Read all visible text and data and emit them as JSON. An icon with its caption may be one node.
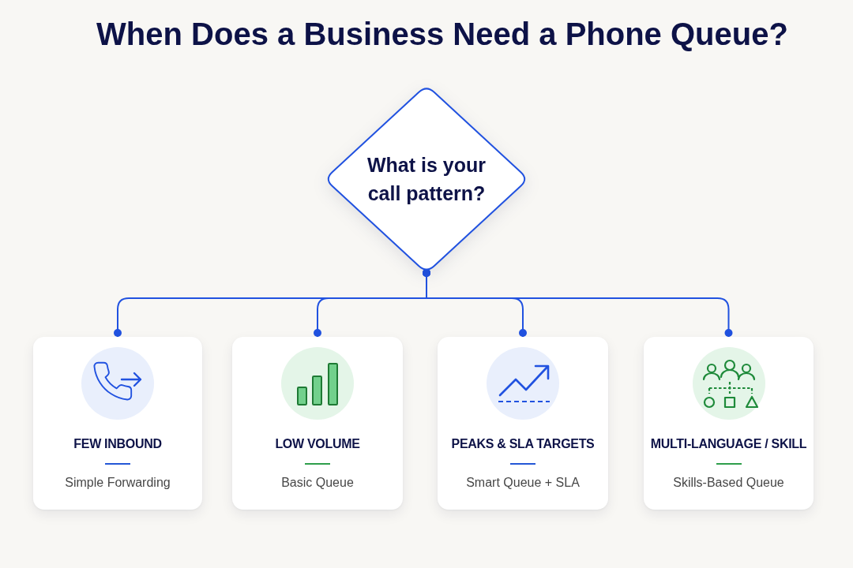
{
  "diagram": {
    "title": "When Does a Business Need a Phone Queue?",
    "nodes": [
      {
        "text": [
          "What is your call pattern?"
        ]
      },
      {
        "text": [
          "FEW INBOUND",
          "Simple Forwarding"
        ]
      },
      {
        "text": [
          "LOW VOLUME",
          "Basic Queue"
        ]
      },
      {
        "text": [
          "PEAKS & SLA TARGETS",
          "Smart Queue + SLA"
        ]
      },
      {
        "text": [
          "MULTI-LANGUAGE / SKILL",
          "Skills-Based Queue"
        ]
      }
    ],
    "edges": [
      {
        "from": 0,
        "to": 1,
        "arrow": "other"
      },
      {
        "from": 0,
        "to": 2,
        "arrow": "other"
      },
      {
        "from": 0,
        "to": 3,
        "arrow": "other"
      },
      {
        "from": 0,
        "to": 4,
        "arrow": "other"
      }
    ]
  }
}
